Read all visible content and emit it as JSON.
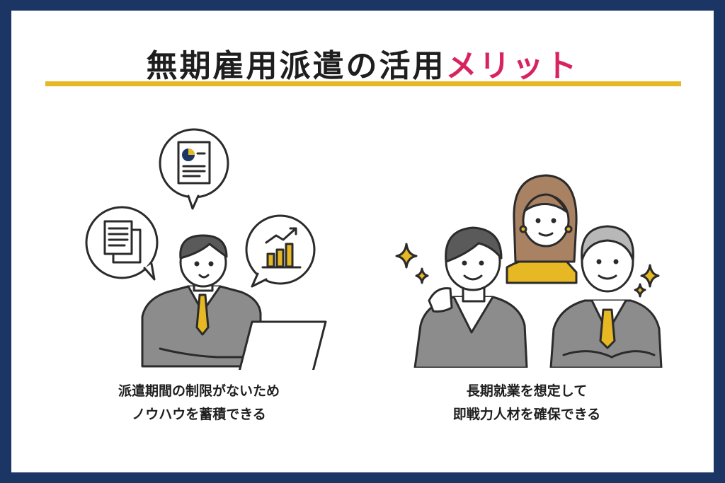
{
  "title": {
    "main": "無期雇用派遣の活用",
    "accent": "メリット"
  },
  "panels": [
    {
      "caption_line1": "派遣期間の制限がないため",
      "caption_line2": "ノウハウを蓄積できる"
    },
    {
      "caption_line1": "長期就業を想定して",
      "caption_line2": "即戦力人材を確保できる"
    }
  ],
  "colors": {
    "frame": "#1b3565",
    "accent_text": "#d8245e",
    "underline": "#e6b824",
    "tie": "#e6b824",
    "suit": "#8c8c8c"
  }
}
